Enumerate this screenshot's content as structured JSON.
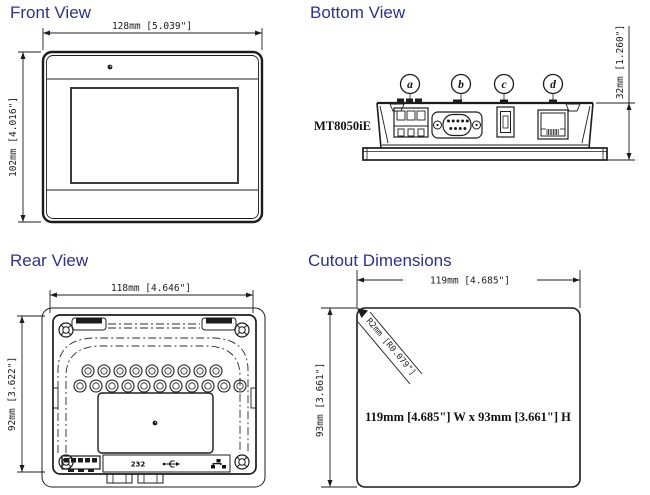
{
  "page": {
    "accent_blue": "#2e3191",
    "line_color": "#1c1c1c",
    "background": "#ffffff"
  },
  "front_view": {
    "title": "Front View",
    "width_dim": "128mm [5.039\"]",
    "height_dim": "102mm [4.016\"]"
  },
  "bottom_view": {
    "title": "Bottom View",
    "model": "MT8050iE",
    "depth_dim": "32mm [1.260\"]",
    "ports": [
      {
        "label": "a",
        "name": "power-terminal"
      },
      {
        "label": "b",
        "name": "serial-db9"
      },
      {
        "label": "c",
        "name": "usb-host"
      },
      {
        "label": "d",
        "name": "ethernet"
      }
    ]
  },
  "rear_view": {
    "title": "Rear View",
    "width_dim": "118mm [4.646\"]",
    "height_dim": "92mm [3.622\"]",
    "serial_label": "232"
  },
  "cutout": {
    "title": "Cutout Dimensions",
    "width_dim": "119mm [4.685\"]",
    "height_dim": "93mm [3.661\"]",
    "corner_radius": "R2mm [R0.079\"]",
    "center_label": "119mm [4.685\"] W x 93mm [3.661\"] H"
  }
}
